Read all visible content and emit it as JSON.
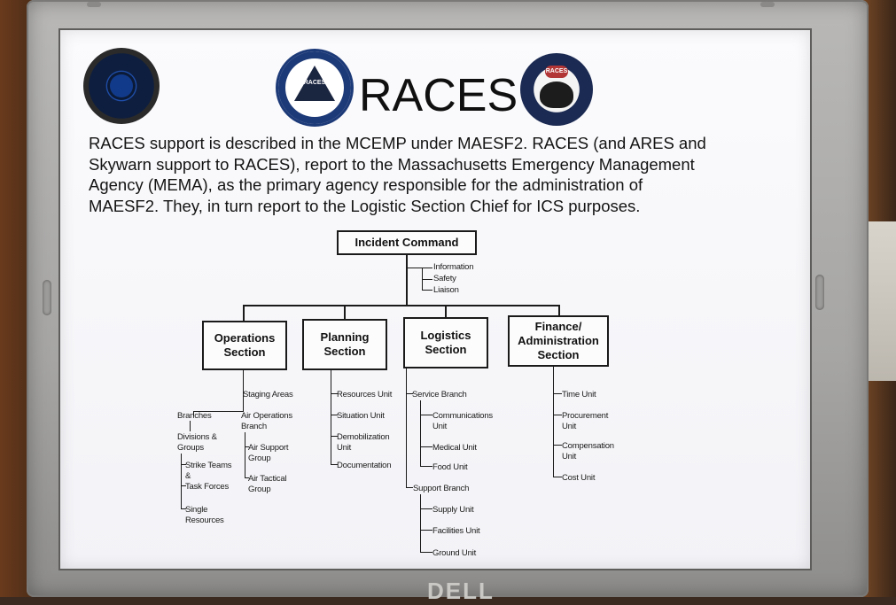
{
  "slide": {
    "title": "RACES",
    "paragraph": [
      "RACES support is described in the MCEMP under MAESF2. RACES (and ARES and",
      "Skywarn support to RACES), report to the Massachusetts Emergency Management",
      "Agency (MEMA), as the primary agency responsible for the administration of",
      "MAESF2. They, in turn report to the Logistic Section Chief for ICS purposes."
    ],
    "logos": {
      "civil_defense_text": "RACES",
      "dhs_badge_text": "RACES"
    }
  },
  "org_chart": {
    "top": "Incident Command",
    "staff": [
      "Information",
      "Safety",
      "Liaison"
    ],
    "sections": {
      "operations": "Operations Section",
      "planning": "Planning Section",
      "logistics": "Logistics Section",
      "finance": "Finance/ Administration Section"
    },
    "operations_items": {
      "staging": "Staging Areas",
      "branches": "Branches",
      "air_ops": "Air Operations",
      "air_ops_2": "Branch",
      "divisions": "Divisions &",
      "divisions_2": "Groups",
      "air_support": "Air Support",
      "air_support_2": "Group",
      "strike": "Strike Teams",
      "strike_2": "&",
      "strike_3": "Task Forces",
      "air_tactical": "Air Tactical",
      "air_tactical_2": "Group",
      "single": "Single",
      "single_2": "Resources"
    },
    "planning_items": {
      "resources": "Resources Unit",
      "situation": "Situation Unit",
      "demob": "Demobilization",
      "demob_2": "Unit",
      "documentation": "Documentation"
    },
    "logistics_items": {
      "service": "Service Branch",
      "comms": "Communications",
      "comms_2": "Unit",
      "medical": "Medical Unit",
      "food": "Food Unit",
      "support": "Support Branch",
      "supply": "Supply Unit",
      "facilities": "Facilities Unit",
      "ground": "Ground Unit"
    },
    "finance_items": {
      "time": "Time Unit",
      "procurement": "Procurement",
      "procurement_2": "Unit",
      "compensation": "Compensation",
      "compensation_2": "Unit",
      "cost": "Cost Unit"
    }
  },
  "device": {
    "brand": "DELL"
  }
}
